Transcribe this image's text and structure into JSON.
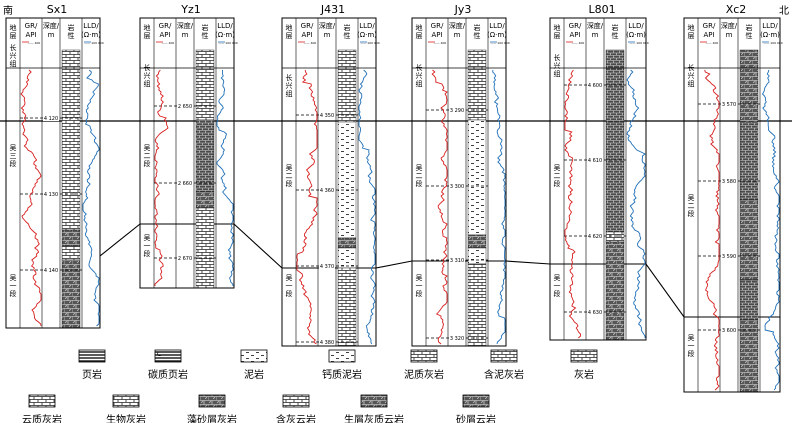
{
  "direction": {
    "south": "南",
    "north": "北"
  },
  "header": {
    "strata": "地层",
    "gr": "GR/",
    "gr2": "API",
    "gr_scale": "—— 400",
    "depth": "深度/",
    "depth_unit": "m",
    "lith": "岩性",
    "lld": "LLD/",
    "lld2": "(Ω·m)",
    "lld_scale": "—— 100 000"
  },
  "units": {
    "changxing": "长兴组",
    "wu3": "吴三段",
    "wu2": "吴二段",
    "wu1": "吴一段"
  },
  "wells": [
    {
      "name": "Sx1",
      "depths": [
        "4 120",
        "4 130",
        "4 140"
      ]
    },
    {
      "name": "Yz1",
      "depths": [
        "2 650",
        "2 660",
        "2 670"
      ]
    },
    {
      "name": "J431",
      "depths": [
        "4 350",
        "4 360",
        "4 370",
        "4 380"
      ]
    },
    {
      "name": "Jy3",
      "depths": [
        "3 290",
        "3 300",
        "3 310",
        "3 320"
      ]
    },
    {
      "name": "L801",
      "depths": [
        "4 600",
        "4 610",
        "4 620",
        "4 630"
      ]
    },
    {
      "name": "Xc2",
      "depths": [
        "3 570",
        "3 580",
        "3 590",
        "3 600"
      ]
    }
  ],
  "legend": [
    {
      "label": "页岩",
      "pattern": "shale"
    },
    {
      "label": "碳质页岩",
      "pattern": "carb"
    },
    {
      "label": "泥岩",
      "pattern": "mud"
    },
    {
      "label": "钙质泥岩",
      "pattern": "calcmud"
    },
    {
      "label": "泥质灰岩",
      "pattern": "argls"
    },
    {
      "label": "含泥灰岩",
      "pattern": "mudls"
    },
    {
      "label": "灰岩",
      "pattern": "ls"
    },
    {
      "label": "云质灰岩",
      "pattern": "dolls"
    },
    {
      "label": "生物灰岩",
      "pattern": "bio"
    },
    {
      "label": "藻砂屑灰岩",
      "pattern": "algal"
    },
    {
      "label": "含灰云岩",
      "pattern": "lsdol"
    },
    {
      "label": "生屑灰质云岩",
      "pattern": "biodol"
    },
    {
      "label": "砂屑云岩",
      "pattern": "sanddol"
    }
  ],
  "colors": {
    "gr": "#d81e1e",
    "lld": "#1f6fb8",
    "line": "#000000"
  }
}
